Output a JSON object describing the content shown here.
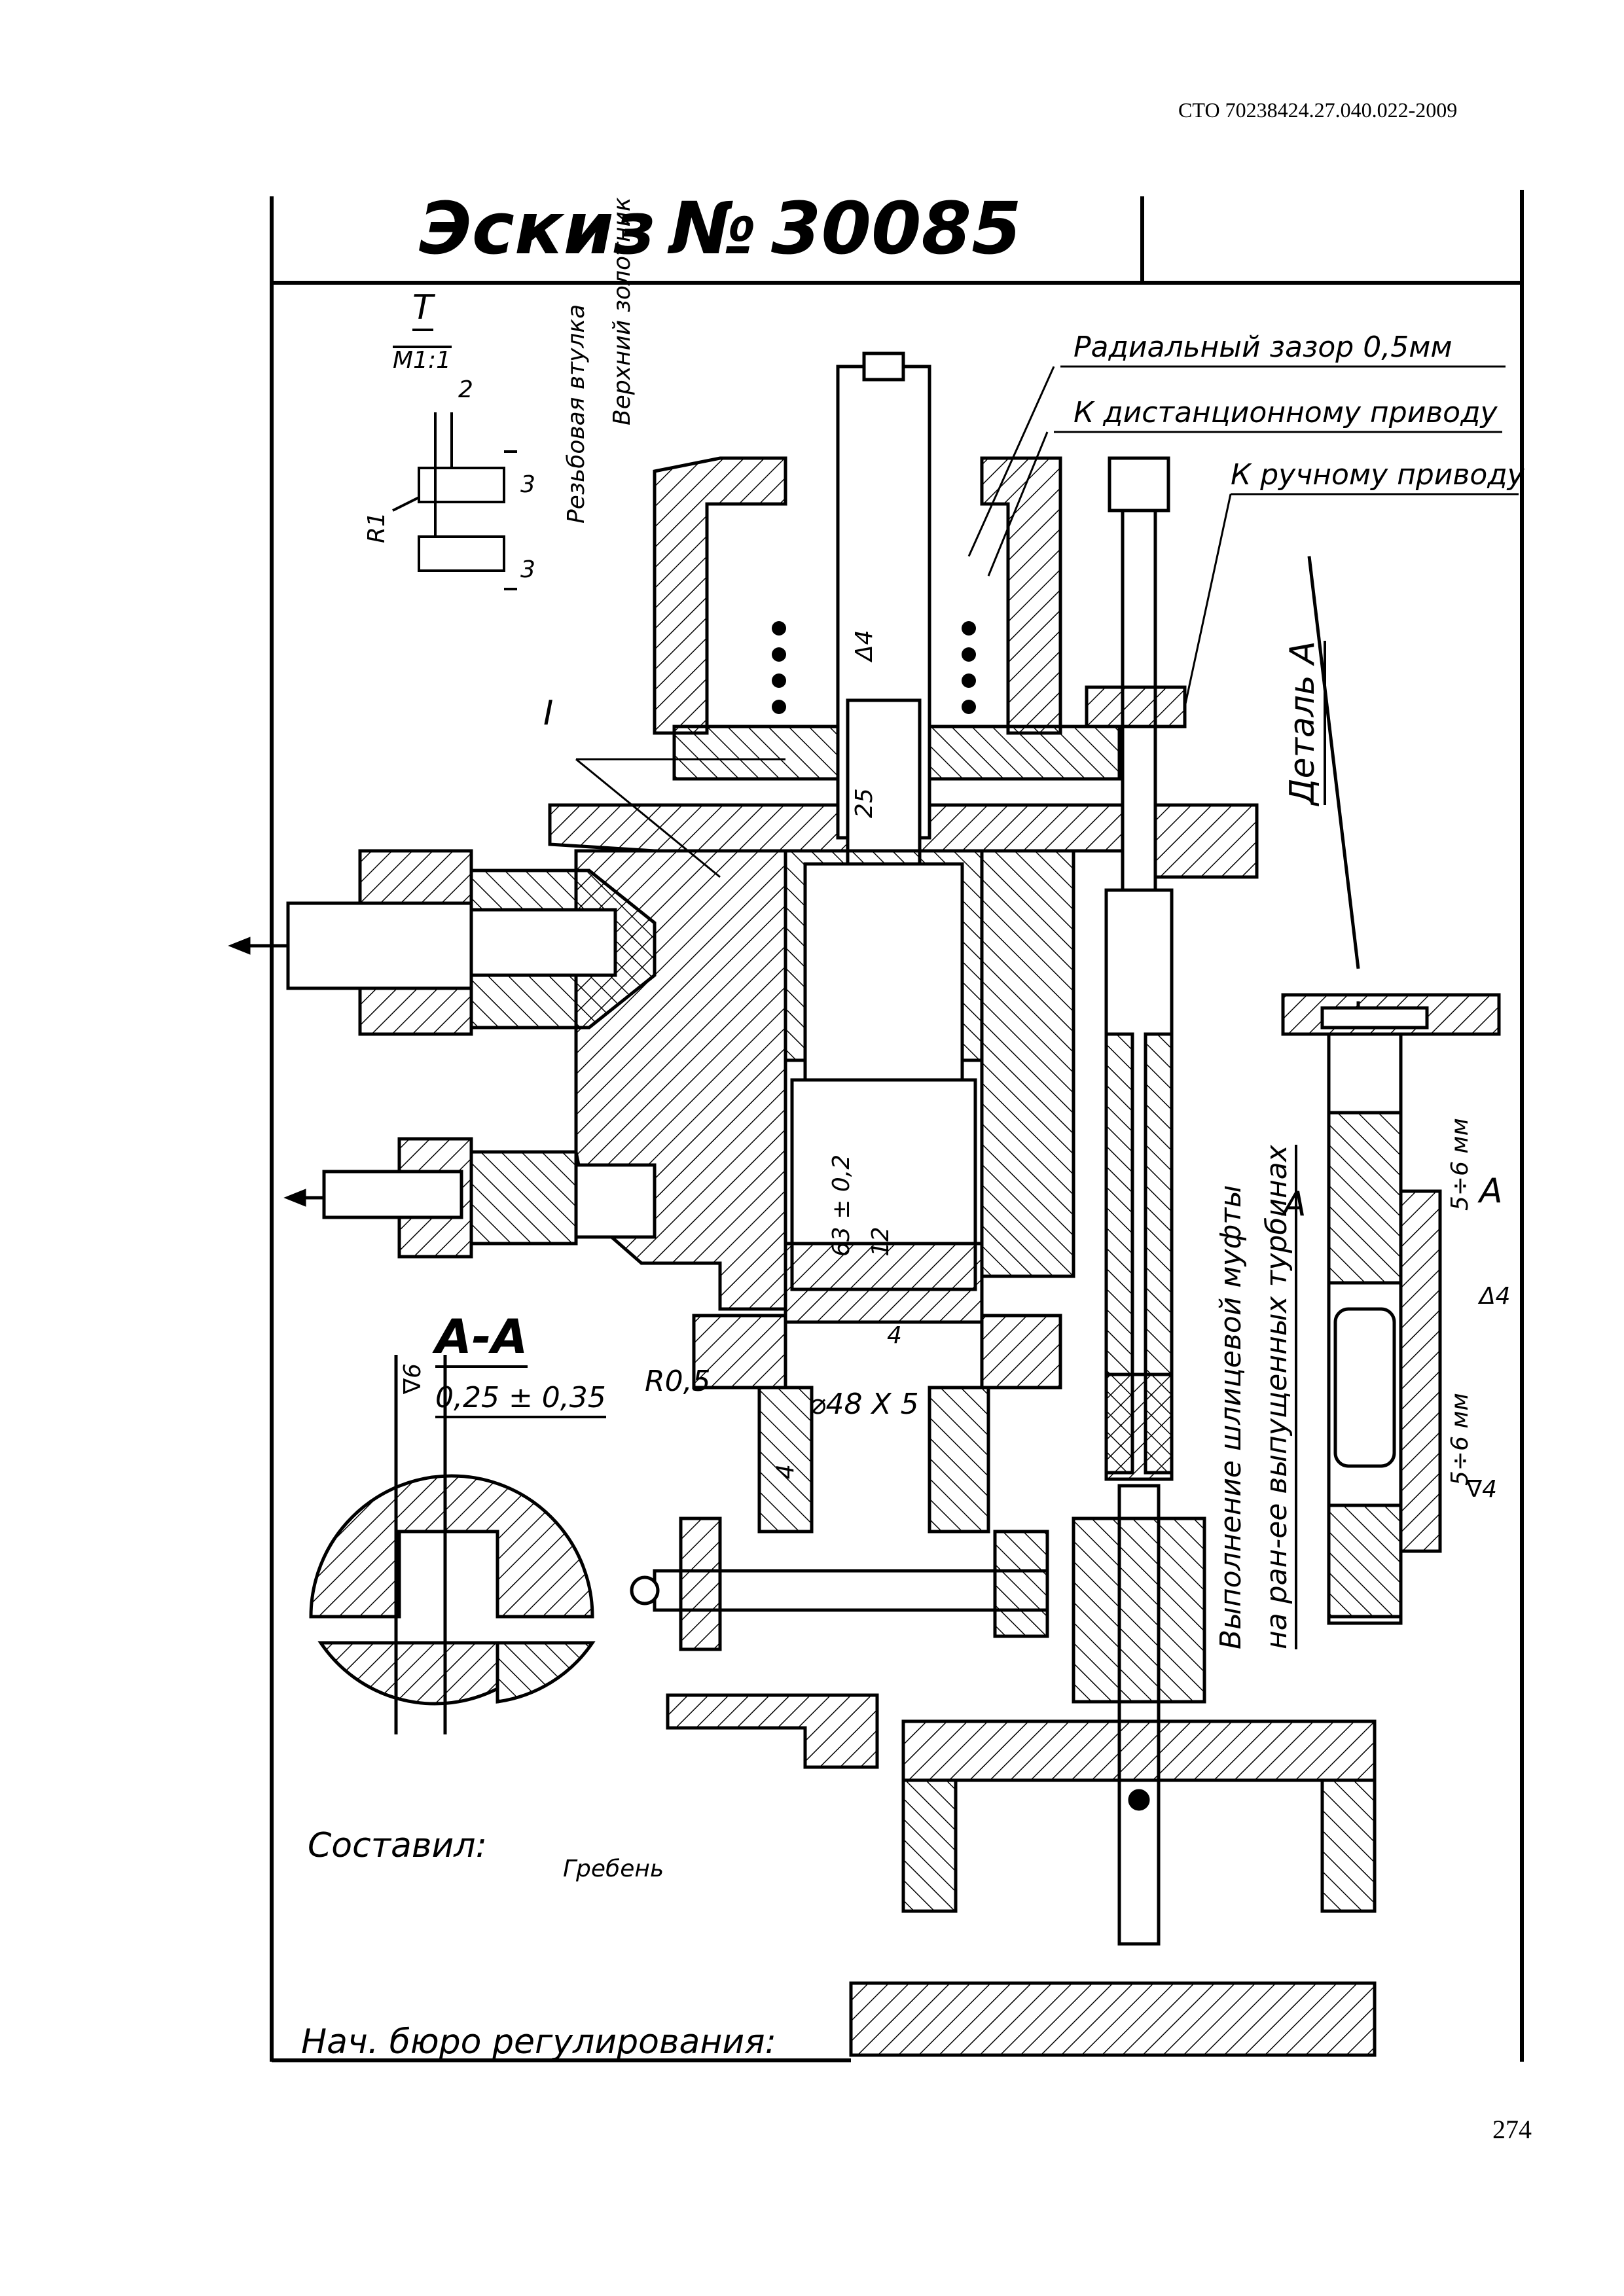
{
  "header": {
    "doc_code": "СТО 70238424.27.040.022-2009"
  },
  "sketch": {
    "title_word": "Эскиз",
    "number_sign": "№",
    "number": "30085"
  },
  "detail_t": {
    "title": "Т",
    "scale": "М1:1",
    "dim_2": "2",
    "dim_3a": "3",
    "dim_3b": "3",
    "radius": "R1"
  },
  "vertical_notes": {
    "bushing": "Резьбовая втулка",
    "spool": "Верхний золотник"
  },
  "callouts": {
    "radial_gap": "Радиальный зазор 0,5мм",
    "remote_drive": "К дистанционному приводу",
    "manual_drive": "К ручному приводу",
    "detail_a": "Деталь А",
    "label_i": "I",
    "label_t": "Т"
  },
  "dimensions": {
    "triangle_4_top": "Δ4",
    "dim_25": "25",
    "dim_63": "63 ± 0,2",
    "dim_12": "12",
    "triangle_4_mid": "4",
    "r05": "R0,5",
    "dia": "⌀48 X 5",
    "triangle_4_low": "4",
    "range_top": "5÷6 мм",
    "range_bottom": "5÷6 мм",
    "tri_4_right_a": "Δ4",
    "tri_4_right_b": "∇4",
    "section_mark_left": "А",
    "section_mark_right": "А"
  },
  "section_aa": {
    "title": "А-А",
    "tolerance": "0,25 ± 0,35",
    "roughness": "∇6"
  },
  "vertical_texts": {
    "line1": "Выполнение шлицевой муфты",
    "line2": "на ран-ее выпущенных турбинах"
  },
  "signatures": {
    "compiled_label": "Составил:",
    "compiled_name": "Гребень",
    "chief_label": "Нач. бюро регулирования:"
  },
  "page_number": "274"
}
